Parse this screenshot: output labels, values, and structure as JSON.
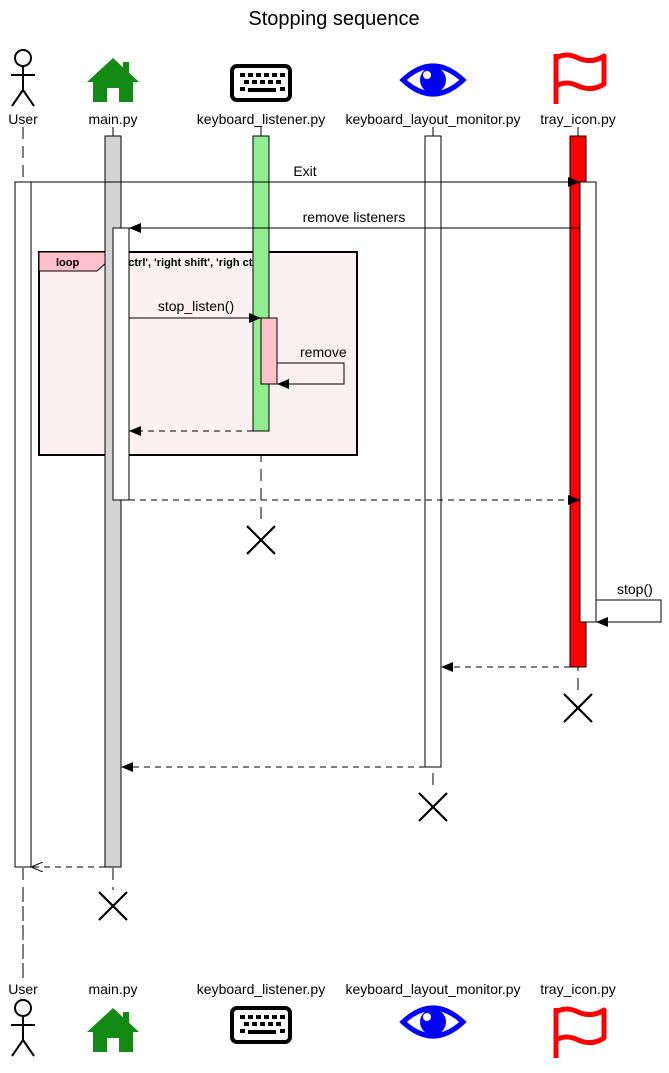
{
  "title": "Stopping sequence",
  "participants": [
    {
      "id": "user",
      "label": "User",
      "icon": "actor-stick-figure-icon",
      "color": "#000000",
      "bar_fill": "#ffffff"
    },
    {
      "id": "main",
      "label": "main.py",
      "icon": "home-icon",
      "color": "#138a13",
      "bar_fill": "#d3d3d3"
    },
    {
      "id": "kl",
      "label": "keyboard_listener.py",
      "icon": "keyboard-icon",
      "color": "#000000",
      "bar_fill": "#90ee90"
    },
    {
      "id": "klm",
      "label": "keyboard_layout_monitor.py",
      "icon": "eye-icon",
      "color": "#0000ff",
      "bar_fill": "#ffffff"
    },
    {
      "id": "tray",
      "label": "tray_icon.py",
      "icon": "flag-icon",
      "color": "#ff0000",
      "bar_fill": "#ff0000"
    }
  ],
  "messages": [
    {
      "id": "exit",
      "label": "Exit",
      "from": "user",
      "to": "tray",
      "style": "solid"
    },
    {
      "id": "remove-listeners",
      "label": "remove listeners",
      "from": "tray",
      "to": "main",
      "style": "solid"
    },
    {
      "id": "stop-listen",
      "label": "stop_listen()",
      "from": "main",
      "to": "kl",
      "style": "solid"
    },
    {
      "id": "remove",
      "label": "remove",
      "from": "kl",
      "to": "kl",
      "style": "self"
    },
    {
      "id": "return-kl",
      "label": "",
      "from": "kl",
      "to": "main",
      "style": "dashed"
    },
    {
      "id": "return-main",
      "label": "",
      "from": "main",
      "to": "tray",
      "style": "dashed"
    },
    {
      "id": "stop",
      "label": "stop()",
      "from": "tray",
      "to": "tray",
      "style": "self"
    },
    {
      "id": "return-tray",
      "label": "",
      "from": "tray",
      "to": "klm",
      "style": "dashed"
    },
    {
      "id": "return-klm",
      "label": "",
      "from": "klm",
      "to": "main",
      "style": "dashed"
    },
    {
      "id": "return-user",
      "label": "",
      "from": "main",
      "to": "user",
      "style": "dashed-open"
    }
  ],
  "loop": {
    "keyword": "loop",
    "condition": "['ctrl', 'right shift', 'righ ctrl']",
    "fill": "#fdf0f2",
    "tab_fill": "#ffc0cb"
  },
  "nested_activation_fill": "#ffc0cb"
}
